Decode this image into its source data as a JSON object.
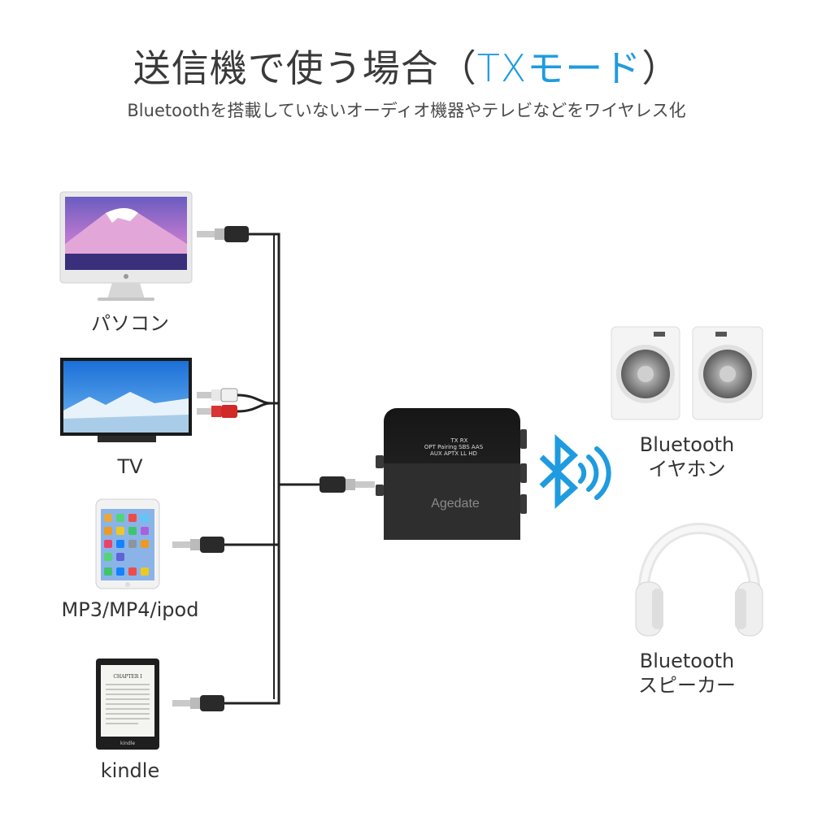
{
  "header": {
    "title_prefix": "送信機で使う場合（",
    "title_mode": "TXモード",
    "title_suffix": "）",
    "subtitle": "Bluetoothを搭載していないオーディオ機器やテレビなどをワイヤレス化"
  },
  "sources": [
    {
      "label": "パソコン",
      "icon": "imac-icon"
    },
    {
      "label": "TV",
      "icon": "tv-icon"
    },
    {
      "label": "MP3/MP4/ipod",
      "icon": "ipad-icon"
    },
    {
      "label": "kindle",
      "icon": "kindle-icon"
    }
  ],
  "device": {
    "brand": "Agedate",
    "indicators_row1": "TX   RX",
    "indicators_row2": "OPT  Pairing  SBS  AAS",
    "indicators_row3": "AUX  APTX   LL   HD"
  },
  "kindle_screen": {
    "chapter": "CHAPTER I",
    "brand": "kindle"
  },
  "outputs": [
    {
      "line1": "Bluetooth",
      "line2": "イヤホン",
      "icon": "speakers-icon"
    },
    {
      "line1": "Bluetooth",
      "line2": "スピーカー",
      "icon": "headphones-icon"
    }
  ],
  "colors": {
    "accent": "#1f9be0",
    "cable": "#222222",
    "device": "#1b1b1b"
  }
}
